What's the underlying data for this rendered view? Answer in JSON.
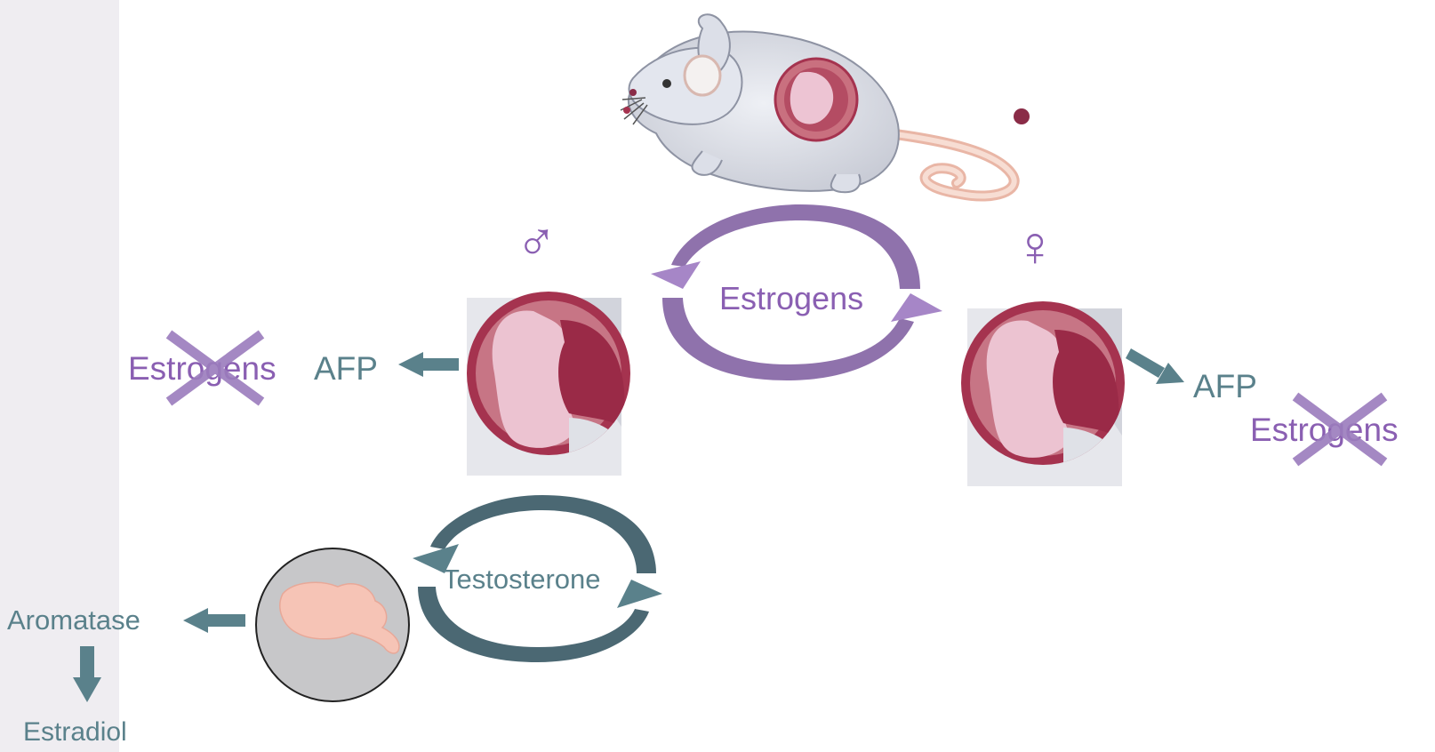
{
  "labels": {
    "estrogens_cycle": "Estrogens",
    "testosterone_cycle": "Testosterone",
    "afp_male": "AFP",
    "afp_female": "AFP",
    "estrogens_blocked_male": "Estrogens",
    "estrogens_blocked_female": "Estrogens",
    "aromatase": "Aromatase",
    "estradiol": "Estradiol"
  },
  "symbols": {
    "male": "♂",
    "female": "♀"
  },
  "icons": {
    "mouse": "pregnant-mouse-illustration",
    "uterus": "uterus-embryo-icon",
    "brain": "brain-icon",
    "cross": "x-mark-icon"
  },
  "colors": {
    "estrogen_purple": "#8a5fb2",
    "testosterone_teal": "#5a818b",
    "side_panel": "#efedf1",
    "embryo_red": "#a5334f",
    "embryo_pink": "#edc4d3",
    "brain_pink": "#f6c4b6",
    "brain_circle": "#c7c7c9"
  }
}
